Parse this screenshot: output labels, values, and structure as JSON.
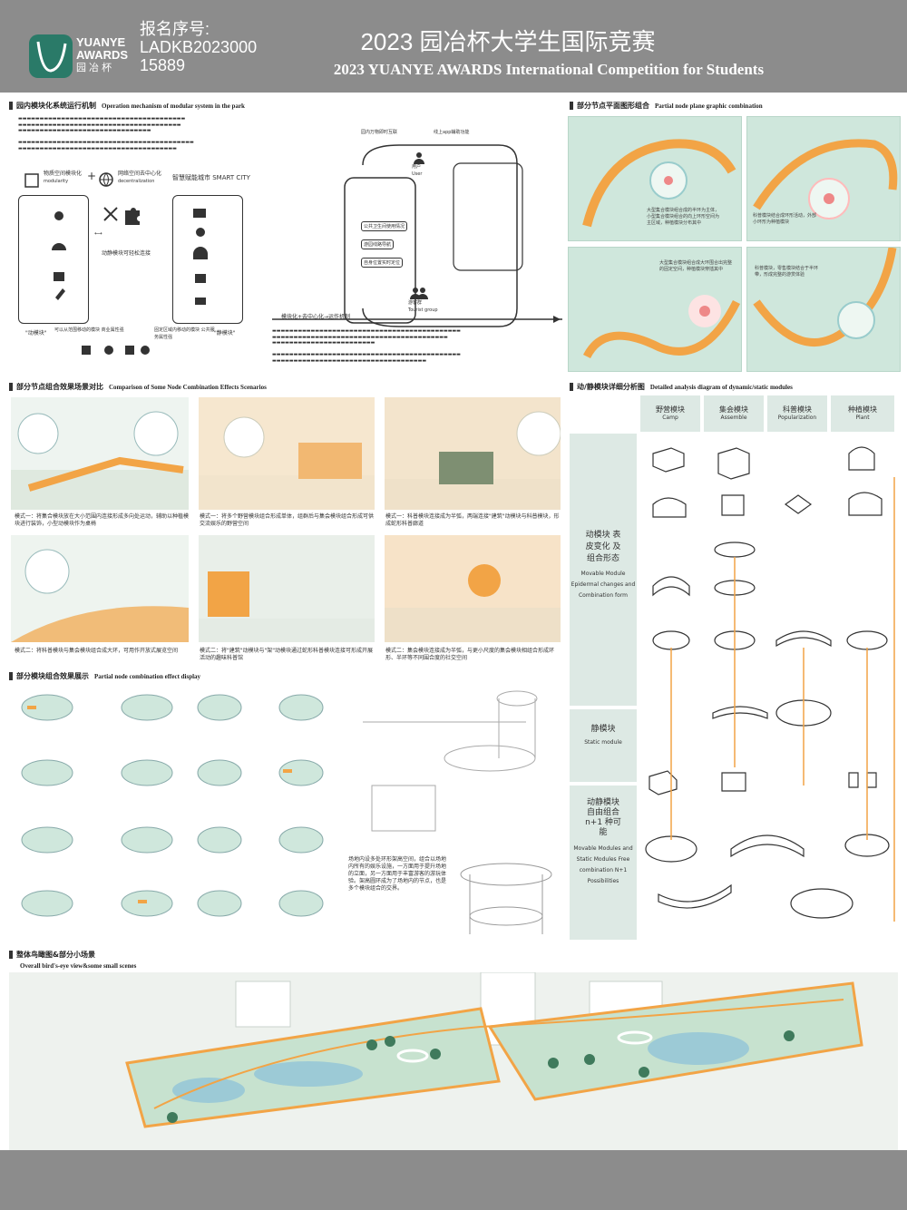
{
  "header": {
    "logo_en": "YUANYE AWARDS",
    "logo_cn": "园 冶 杯",
    "reg_label": "报名序号:",
    "reg_number_1": "LADKB2023000",
    "reg_number_2": "15889",
    "title_cn": "2023 园冶杯大学生国际竞赛",
    "title_en": "2023 YUANYE AWARDS International Competition for  Students"
  },
  "sections": {
    "mechanism": {
      "cn": "园内模块化系统运行机制",
      "en": "Operation mechanism of modular system in the park"
    },
    "plane": {
      "cn": "部分节点平面图形组合",
      "en": "Partial node plane graphic combination"
    },
    "scenarios": {
      "cn": "部分节点组合效果场景对比",
      "en": "Comparison of Some Node Combination Effects Scenarios"
    },
    "display": {
      "cn": "部分模块组合效果展示",
      "en": "Partial node combination effect display"
    },
    "analysis": {
      "cn": "动/静模块详细分析图",
      "en": "Detailed analysis diagram of dynamic/static modules"
    },
    "aerial": {
      "cn": "整体鸟瞰图&部分小场景",
      "en": "Overall bird's-eye view&some small scenes"
    }
  },
  "mechanism": {
    "modularity_cn": "物质空间模块化",
    "modularity_en": "modularity",
    "decentral_cn": "网络空间去中心化",
    "decentral_en": "decentralization",
    "smart_city": "智慧赋能城市  SMART CITY",
    "easy_connect": "动静模块可轻松连接",
    "dynamic_label": "\"动模块\"",
    "static_label": "\"静模块\"",
    "dynamic_desc": "可以从范围移动的模块 商业属性强",
    "static_desc": "固定区域内移动的模块 公共服务属性强",
    "user_cn": "用户",
    "user_en": "User",
    "tourist_cn": "游客群",
    "tourist_en": "Tourist group",
    "feedback_cn": "园内万物即时互联",
    "app_cn": "线上app辅助功能",
    "items": [
      "公共卫生间使用情况",
      "游园线路导航",
      "自身位置实时定位"
    ],
    "flow_label": "模块化+去中心化→运作机制"
  },
  "plane": {
    "texts": [
      "大型集合模块组合成的半环为主体，小型集合模块组合的向上环形空间为主区域，种植模块分布其中",
      "科普模块结合成环形活动，外部小环形为种植模块",
      "大型集合模块组合成大环围合出完整的固定空间，种植模块穿插其中",
      "科普模块，零售模块结合于半环带，形成完整的游赏体验"
    ]
  },
  "scenarios": {
    "captions": [
      "模式一：将集合模块放在大小范围内连接形成多向处运动，辅助以种植模块进行装饰，小型动模块作为桌椅",
      "模式一：将多个野营模块组合形成单体，组群后与集会模块组合形成可供交流娱乐的野营空间",
      "模式一：科普模块连接成为半弧，两端连接\"建筑\"动模块与科普模块，形成蛇形科普廊道",
      "模式二：将科普模块与集会模块组合成大环，可用作开放式展览空间",
      "模式二：将\"建筑\"动模块与\"架\"动模块通过蛇形科普模块连接可形成开展活动的趣味科普馆",
      "模式二：集会模块连接成为半弧，与更小尺度的集会模块相组合形成环形、半环等不同围合度的社交空间"
    ]
  },
  "display": {
    "desc": "场地内设多处环形架高空间，组合以场地内所有的娱乐设施，一方面用于提升场地的立面，另一方面用于丰富游客的游玩体验。架高圆环成为了场地内的节点，也是多个模块组合的交界。"
  },
  "analysis": {
    "columns": [
      {
        "cn": "野营模块",
        "en": "Camp"
      },
      {
        "cn": "集会模块",
        "en": "Assemble"
      },
      {
        "cn": "科普模块",
        "en": "Popularization"
      },
      {
        "cn": "种植模块",
        "en": "Plant"
      }
    ],
    "rows": [
      {
        "cn": "动模块 表皮变化 及 组合形态",
        "en": "Movable Module Epidermal changes and Combination form"
      },
      {
        "cn": "静模块",
        "en": "Static module"
      },
      {
        "cn": "动静模块 自由组合 n+1 种可能",
        "en": "Movable Modules and Static Modules Free combination N+1 Possibilities"
      }
    ]
  },
  "colors": {
    "header_gray": "#8c8c8c",
    "accent_orange": "#f2a446",
    "mint": "#cfe7dc",
    "panel_green": "#dde9e4",
    "logo_green": "#2a7a68"
  }
}
